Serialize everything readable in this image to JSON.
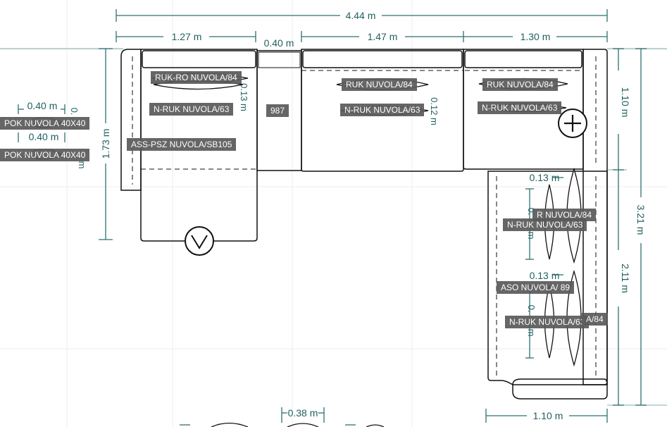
{
  "dimensions": {
    "total_width": "4.44 m",
    "seg_left": "1.27 m",
    "seg_gap": "0.40 m",
    "seg_mid": "1.47 m",
    "seg_right": "1.30 m",
    "depth_left": "1.73 m",
    "depth_right_top": "1.10 m",
    "total_height": "3.21 m",
    "right_lower": "2.11 m",
    "right_bottom_width": "1.10 m",
    "pillow_w1": "0.40 m",
    "pillow_w2": "0.40 m",
    "pillow_d1": "0.",
    "pillow_d2": "m",
    "cushion_d_left": "0.13 m",
    "cushion_d_mid": "0.12 m",
    "right_cushion_a": "0.13 m",
    "right_cushion_b": "0.13 m",
    "right_cushion_c": "0.",
    "right_cushion_d": "m",
    "right_cushion_e": "0.",
    "right_cushion_f": "m",
    "bottom_small": "0.38 m"
  },
  "labels": {
    "ruk_ro": "RUK-RO NUVOLA/84",
    "n_ruk_left": "N-RUK NUVOLA/63",
    "ass_psz": "ASS-PSZ NUVOLA/SB105",
    "code_987": "987",
    "ruk_mid": "RUK NUVOLA/84",
    "n_ruk_mid": "N-RUK NUVOLA/63",
    "ruk_right": "RUK NUVOLA/84",
    "n_ruk_right": "N-RUK NUVOLA/63",
    "pok_1": "POK NUVOLA 40X40",
    "pok_2": "POK NUVOLA 40X40",
    "right_ruk_upper": "R      NUVOLA/84",
    "n_ruk_side_upper": "N-RUK NUVOLA/63",
    "aso": "ASO NUVOLA/      89",
    "n_ruk_side_lower": "N-RUK NUVOLA/63",
    "right_ruk_lower": "A/84"
  },
  "icons": {
    "add": "plus-circle-icon",
    "down": "chevron-down-circle-icon"
  },
  "colors": {
    "dimension": "#2f6f6f",
    "outline": "#111111",
    "label_bg": "#5a5a5a"
  }
}
